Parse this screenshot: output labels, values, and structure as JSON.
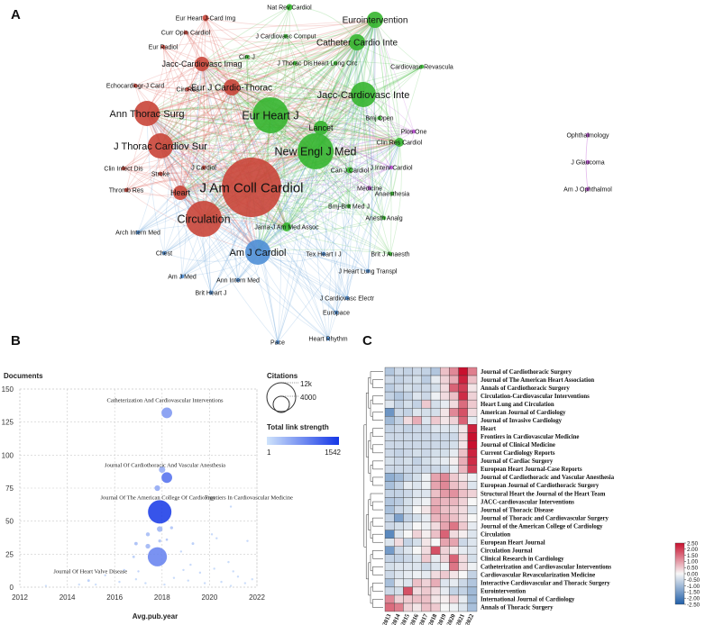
{
  "panel_labels": {
    "a": "A",
    "b": "B",
    "c": "C"
  },
  "colors": {
    "red": "#d9534a",
    "green": "#3fba3a",
    "blue": "#5b9bd5",
    "purple": "#b84fd0"
  },
  "chart_data": [
    {
      "type": "network",
      "nodes": [
        {
          "label": "J Am Coll Cardiol",
          "cluster": "red",
          "size": 5
        },
        {
          "label": "Circulation",
          "cluster": "red",
          "size": 4
        },
        {
          "label": "Eur Heart J",
          "cluster": "green",
          "size": 4
        },
        {
          "label": "New Engl J Med",
          "cluster": "green",
          "size": 4
        },
        {
          "label": "Jacc-Cardiovasc Inte",
          "cluster": "green",
          "size": 3.5
        },
        {
          "label": "J Thorac Cardiov Sur",
          "cluster": "red",
          "size": 3.5
        },
        {
          "label": "Ann Thorac Surg",
          "cluster": "red",
          "size": 3.5
        },
        {
          "label": "Am J Cardiol",
          "cluster": "blue",
          "size": 3.5
        },
        {
          "label": "Eurointervention",
          "cluster": "green",
          "size": 3
        },
        {
          "label": "Catheter Cardio Inte",
          "cluster": "green",
          "size": 3
        },
        {
          "label": "Eur J Cardio-Thorac",
          "cluster": "red",
          "size": 3
        },
        {
          "label": "Jacc-Cardiovasc Imag",
          "cluster": "red",
          "size": 2.5
        },
        {
          "label": "Heart",
          "cluster": "red",
          "size": 2.5
        },
        {
          "label": "Lancet",
          "cluster": "green",
          "size": 2.5
        },
        {
          "label": "Clin Res Cardiol",
          "cluster": "green",
          "size": 2
        },
        {
          "label": "Jama-J Am Med Assoc",
          "cluster": "green",
          "size": 2
        },
        {
          "label": "Eur Heart J-Card Img",
          "cluster": "red",
          "size": 1.5
        },
        {
          "label": "Nat Rev Cardiol",
          "cluster": "green",
          "size": 1.5
        },
        {
          "label": "Curr Opin Cardiol",
          "cluster": "red",
          "size": 1
        },
        {
          "label": "Eur Radiol",
          "cluster": "red",
          "size": 1
        },
        {
          "label": "J Cardiovasc Comput",
          "cluster": "green",
          "size": 1
        },
        {
          "label": "Circ J",
          "cluster": "green",
          "size": 1
        },
        {
          "label": "J Thorac Dis",
          "cluster": "green",
          "size": 1
        },
        {
          "label": "Heart Lung Circ",
          "cluster": "green",
          "size": 1
        },
        {
          "label": "Cardiovasc Revascula",
          "cluster": "green",
          "size": 1
        },
        {
          "label": "Echocardiogr-J Card",
          "cluster": "red",
          "size": 1
        },
        {
          "label": "CircRes",
          "cluster": "red",
          "size": 1
        },
        {
          "label": "Bmj Open",
          "cluster": "green",
          "size": 1
        },
        {
          "label": "Plos One",
          "cluster": "purple",
          "size": 1
        },
        {
          "label": "Clin Infect Dis",
          "cluster": "red",
          "size": 1
        },
        {
          "label": "Stroke",
          "cluster": "red",
          "size": 1
        },
        {
          "label": "J Cardiol",
          "cluster": "red",
          "size": 1
        },
        {
          "label": "Can J Cardiol",
          "cluster": "green",
          "size": 1.5
        },
        {
          "label": "J Interv Cardiol",
          "cluster": "purple",
          "size": 1
        },
        {
          "label": "Thromb Res",
          "cluster": "red",
          "size": 1
        },
        {
          "label": "Medicine",
          "cluster": "purple",
          "size": 1
        },
        {
          "label": "Anaesthesia",
          "cluster": "green",
          "size": 1
        },
        {
          "label": "Bmj-Brit Med J",
          "cluster": "green",
          "size": 1
        },
        {
          "label": "Arch Intern Med",
          "cluster": "blue",
          "size": 1
        },
        {
          "label": "Anesth Analg",
          "cluster": "green",
          "size": 1
        },
        {
          "label": "Chest",
          "cluster": "blue",
          "size": 1
        },
        {
          "label": "Tex Heart I J",
          "cluster": "blue",
          "size": 1
        },
        {
          "label": "Brit J Anaesth",
          "cluster": "green",
          "size": 1
        },
        {
          "label": "Am J Med",
          "cluster": "blue",
          "size": 1
        },
        {
          "label": "J Heart Lung Transpl",
          "cluster": "blue",
          "size": 1
        },
        {
          "label": "Ann Intern Med",
          "cluster": "blue",
          "size": 1
        },
        {
          "label": "Brit Heart J",
          "cluster": "blue",
          "size": 1
        },
        {
          "label": "J Cardiovasc Electr",
          "cluster": "blue",
          "size": 1
        },
        {
          "label": "Europace",
          "cluster": "blue",
          "size": 1
        },
        {
          "label": "Heart Rhythm",
          "cluster": "blue",
          "size": 1
        },
        {
          "label": "Pace",
          "cluster": "blue",
          "size": 1
        },
        {
          "label": "Ophthalmology",
          "cluster": "purple",
          "size": 1
        },
        {
          "label": "J Glaucoma",
          "cluster": "purple",
          "size": 1
        },
        {
          "label": "Am J Ophthalmol",
          "cluster": "purple",
          "size": 1
        }
      ]
    },
    {
      "type": "scatter",
      "ylabel": "Documents",
      "xlabel": "Avg.pub.year",
      "xlim": [
        2012,
        2022
      ],
      "ylim": [
        0,
        150
      ],
      "xticks": [
        2012,
        2014,
        2016,
        2018,
        2020,
        2022
      ],
      "yticks": [
        0,
        25,
        50,
        75,
        100,
        125,
        150
      ],
      "legend_size_title": "Citations",
      "legend_size_values": [
        "12k",
        "4000"
      ],
      "legend_color_title": "Total link strength",
      "legend_color_range": [
        1,
        1542
      ],
      "labeled_points": [
        {
          "label": "Catheterization And Cardiovascular Interventions",
          "x": 2018.2,
          "y": 132,
          "citations": 2500,
          "link": 500
        },
        {
          "label": "Journal Of Cardiothoracic And Vascular Anesthesia",
          "x": 2018.2,
          "y": 83,
          "citations": 2500,
          "link": 900
        },
        {
          "label": "Journal Of The American College Of Cardiology",
          "x": 2017.9,
          "y": 57,
          "citations": 12000,
          "link": 1542
        },
        {
          "label": "Frontiers In Cardiovascular Medicine",
          "x": 2020.9,
          "y": 61,
          "citations": 50,
          "link": 50
        },
        {
          "label": "Journal Of Heart Valve Disease",
          "x": 2014.9,
          "y": 5,
          "citations": 150,
          "link": 100
        }
      ],
      "other_points": [
        {
          "x": 2017.8,
          "y": 23,
          "citations": 8000,
          "link": 700
        },
        {
          "x": 2018.0,
          "y": 89,
          "citations": 900,
          "link": 300
        },
        {
          "x": 2017.8,
          "y": 75,
          "citations": 700,
          "link": 350
        },
        {
          "x": 2017.9,
          "y": 44,
          "citations": 700,
          "link": 250
        },
        {
          "x": 2017.4,
          "y": 40,
          "citations": 350,
          "link": 200
        },
        {
          "x": 2018.4,
          "y": 45,
          "citations": 200,
          "link": 150
        },
        {
          "x": 2016.9,
          "y": 33,
          "citations": 250,
          "link": 200
        },
        {
          "x": 2017.4,
          "y": 31,
          "citations": 500,
          "link": 250
        },
        {
          "x": 2018.2,
          "y": 36,
          "citations": 120,
          "link": 150
        },
        {
          "x": 2019.3,
          "y": 33,
          "citations": 150,
          "link": 100
        },
        {
          "x": 2017.9,
          "y": 35,
          "citations": 200,
          "link": 150
        },
        {
          "x": 2016.8,
          "y": 23,
          "citations": 150,
          "link": 100
        },
        {
          "x": 2020.1,
          "y": 40,
          "citations": 30,
          "link": 50
        },
        {
          "x": 2020.3,
          "y": 37,
          "citations": 30,
          "link": 50
        },
        {
          "x": 2021.6,
          "y": 35,
          "citations": 50,
          "link": 60
        },
        {
          "x": 2018.8,
          "y": 27,
          "citations": 40,
          "link": 60
        },
        {
          "x": 2016.4,
          "y": 13,
          "citations": 60,
          "link": 80
        },
        {
          "x": 2017.0,
          "y": 12,
          "citations": 80,
          "link": 80
        },
        {
          "x": 2019.6,
          "y": 11,
          "citations": 30,
          "link": 50
        },
        {
          "x": 2020.8,
          "y": 19,
          "citations": 20,
          "link": 40
        },
        {
          "x": 2021.2,
          "y": 8,
          "citations": 15,
          "link": 40
        },
        {
          "x": 2015.6,
          "y": 9,
          "citations": 40,
          "link": 60
        },
        {
          "x": 2016.2,
          "y": 4,
          "citations": 20,
          "link": 40
        },
        {
          "x": 2018.5,
          "y": 7,
          "citations": 20,
          "link": 40
        },
        {
          "x": 2019.1,
          "y": 5,
          "citations": 20,
          "link": 40
        },
        {
          "x": 2019.8,
          "y": 3,
          "citations": 15,
          "link": 40
        },
        {
          "x": 2020.5,
          "y": 4,
          "citations": 15,
          "link": 40
        },
        {
          "x": 2021.5,
          "y": 3,
          "citations": 10,
          "link": 30
        },
        {
          "x": 2016.9,
          "y": 6,
          "citations": 20,
          "link": 40
        },
        {
          "x": 2017.3,
          "y": 3,
          "citations": 20,
          "link": 40
        },
        {
          "x": 2019.2,
          "y": 17,
          "citations": 30,
          "link": 50
        },
        {
          "x": 2018.9,
          "y": 13,
          "citations": 30,
          "link": 50
        },
        {
          "x": 2020.2,
          "y": 14,
          "citations": 20,
          "link": 40
        },
        {
          "x": 2021.0,
          "y": 12,
          "citations": 15,
          "link": 40
        },
        {
          "x": 2014.5,
          "y": 2,
          "citations": 10,
          "link": 20
        },
        {
          "x": 2013.1,
          "y": 1,
          "citations": 10,
          "link": 20
        },
        {
          "x": 2015.2,
          "y": 2,
          "citations": 10,
          "link": 20
        },
        {
          "x": 2018.1,
          "y": 2,
          "citations": 10,
          "link": 20
        },
        {
          "x": 2020.9,
          "y": 1,
          "citations": 10,
          "link": 20
        },
        {
          "x": 2021.8,
          "y": 6,
          "citations": 10,
          "link": 20
        }
      ]
    },
    {
      "type": "heatmap",
      "columns": [
        "2013",
        "2014",
        "2015",
        "2016",
        "2017",
        "2018",
        "2019",
        "2020",
        "2021",
        "2022"
      ],
      "rows": [
        "Journal of Cardiothoracic Surgery",
        "Journal of The American Heart Association",
        "Annals of Cardiothoracic Surgery",
        "Circulation-Cardiovascular Interventions",
        "Heart Lung and Circulation",
        "American Journal of Cardiology",
        "Journal of Invasive Cardiology",
        "Heart",
        "Frontiers in Cardiovascular Medicine",
        "Journal of Clinical Medicine",
        "Current Cardiology Reports",
        "Journal of Cardiac Surgery",
        "European Heart Journal-Case Reports",
        "Journal of Cardiothoracic and Vascular Anesthesia",
        "European Journal of Cardiothoracic Surgery",
        "Structural Heart the Journal of the Heart Team",
        "JACC-cardiovascular Interventions",
        "Journal of Thoracic Disease",
        "Journal of Thoracic and Cardiovascular Surgery",
        "Journal of the American College of Cardiology",
        "Circulation",
        "European Heart Journal",
        "Circulation Journal",
        "Clinical Research in Cardiology",
        "Catheterization and Cardiovascular Interventions",
        "Cardiovascular Revascularization Medicine",
        "Interactive Cardiovascular and Thoracic Surgery",
        "Eurointervention",
        "International Journal of Cardiology",
        "Annals of Thoracic Surgery"
      ],
      "values": [
        [
          -0.8,
          -0.5,
          -0.6,
          -0.5,
          -0.6,
          -0.8,
          0.6,
          1.2,
          2.5,
          1.3
        ],
        [
          -0.5,
          -0.6,
          -0.5,
          -0.4,
          -0.7,
          -0.2,
          0.4,
          0.8,
          2.3,
          0.6
        ],
        [
          -0.7,
          -0.5,
          -0.4,
          -0.5,
          -0.5,
          -0.4,
          0.3,
          1.6,
          2.0,
          0.2
        ],
        [
          -0.6,
          -0.8,
          -0.6,
          -0.3,
          -0.5,
          -0.1,
          0.3,
          0.6,
          2.2,
          0.4
        ],
        [
          -0.3,
          -0.6,
          -0.4,
          -0.6,
          0.5,
          -0.4,
          -0.2,
          0.3,
          1.5,
          0.5
        ],
        [
          -1.6,
          -0.5,
          -0.6,
          -0.3,
          -0.4,
          -0.4,
          0.2,
          1.2,
          1.8,
          0.3
        ],
        [
          -1.0,
          -0.6,
          0.3,
          0.8,
          -0.3,
          0.5,
          0.2,
          0.4,
          1.6,
          -0.2
        ],
        [
          -0.6,
          -0.5,
          -0.6,
          -0.5,
          -0.5,
          -0.3,
          -0.3,
          -0.3,
          0.2,
          2.3
        ],
        [
          -0.5,
          -0.5,
          -0.5,
          -0.5,
          -0.5,
          -0.5,
          -0.5,
          -0.5,
          0.3,
          2.5
        ],
        [
          -0.5,
          -0.5,
          -0.5,
          -0.5,
          -0.5,
          -0.5,
          -0.5,
          -0.4,
          0.2,
          2.5
        ],
        [
          -0.5,
          -0.6,
          -0.5,
          -0.4,
          -0.5,
          -0.4,
          -0.4,
          -0.2,
          0.6,
          2.3
        ],
        [
          -0.4,
          -0.5,
          -0.4,
          -0.6,
          -0.4,
          -0.3,
          -0.2,
          0.1,
          0.8,
          2.2
        ],
        [
          -0.5,
          -0.5,
          -0.5,
          -0.5,
          -0.5,
          -0.5,
          -0.5,
          -0.2,
          0.7,
          2.0
        ],
        [
          -1.2,
          -1.0,
          -0.6,
          -0.4,
          -0.1,
          0.9,
          1.2,
          0.5,
          0.2,
          -0.1
        ],
        [
          -0.9,
          -0.6,
          -0.2,
          -0.3,
          -0.1,
          0.9,
          1.2,
          0.6,
          0.4,
          -0.3
        ],
        [
          -0.6,
          -0.6,
          -0.5,
          -0.3,
          -0.3,
          0.6,
          1.0,
          1.1,
          0.6,
          0.4
        ],
        [
          -0.8,
          -0.7,
          -0.4,
          -0.2,
          -0.1,
          0.8,
          0.7,
          0.7,
          0.4,
          0.0
        ],
        [
          -0.9,
          -0.5,
          -0.4,
          0.0,
          0.2,
          0.9,
          0.6,
          0.5,
          0.3,
          -0.3
        ],
        [
          -0.6,
          -1.4,
          -0.6,
          -0.4,
          -0.2,
          0.7,
          0.8,
          0.6,
          0.3,
          0.0
        ],
        [
          -0.5,
          -0.4,
          -0.3,
          0.0,
          -0.1,
          0.3,
          0.9,
          1.4,
          0.5,
          -0.2
        ],
        [
          -1.8,
          -0.3,
          0.0,
          0.4,
          0.1,
          0.6,
          1.6,
          0.3,
          0.1,
          -0.3
        ],
        [
          -0.3,
          0.3,
          -0.6,
          -0.4,
          0.2,
          0.0,
          0.9,
          0.9,
          -0.5,
          -0.3
        ],
        [
          -1.5,
          -0.5,
          -0.3,
          0.0,
          0.3,
          1.8,
          0.4,
          0.2,
          -0.2,
          -0.3
        ],
        [
          -0.6,
          -0.6,
          -0.5,
          -0.3,
          0.5,
          -0.2,
          0.4,
          1.6,
          0.3,
          -0.4
        ],
        [
          -0.4,
          -0.3,
          -0.3,
          -0.3,
          -0.5,
          -0.3,
          -0.1,
          1.4,
          0.3,
          -0.1
        ],
        [
          -0.5,
          -0.3,
          -0.2,
          -0.1,
          -0.2,
          0.3,
          0.5,
          0.2,
          0.0,
          -0.6
        ],
        [
          -0.9,
          -0.2,
          -0.3,
          0.6,
          0.4,
          0.8,
          -0.3,
          -0.2,
          -0.5,
          -0.8
        ],
        [
          -0.5,
          -0.4,
          1.8,
          0.3,
          0.5,
          0.3,
          -0.2,
          -0.6,
          -0.6,
          -1.0
        ],
        [
          1.2,
          0.4,
          0.5,
          0.6,
          0.6,
          0.2,
          0.1,
          0.4,
          -0.2,
          -1.0
        ],
        [
          1.5,
          1.3,
          0.4,
          0.2,
          0.6,
          0.5,
          0.0,
          -0.1,
          -0.3,
          -0.9
        ]
      ],
      "colorscale": {
        "min": -2.5,
        "max": 2.5,
        "ticks": [
          "2.50",
          "2.00",
          "1.50",
          "1.00",
          "0.50",
          "0.00",
          "-0.50",
          "-1.00",
          "-1.50",
          "-2.00",
          "-2.50"
        ]
      }
    }
  ]
}
